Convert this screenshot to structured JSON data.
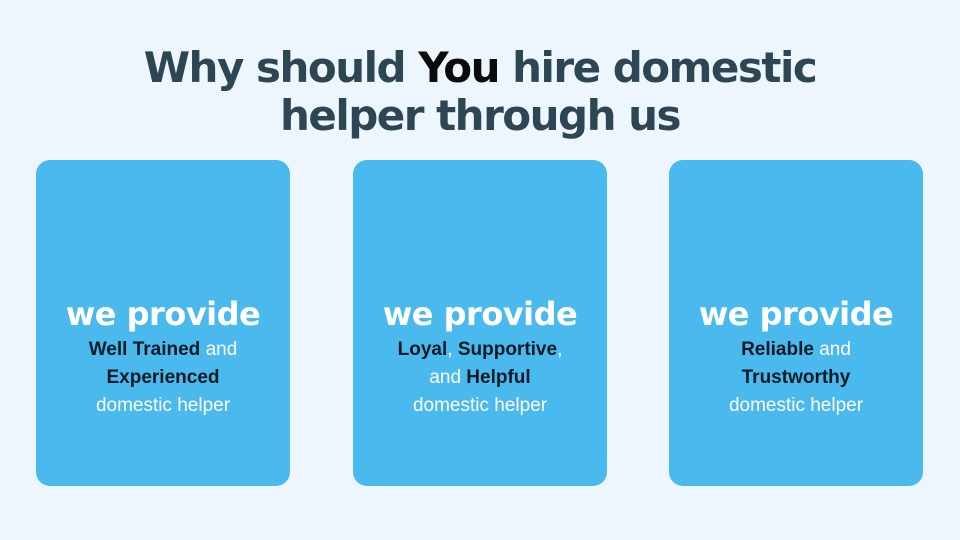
{
  "headline": {
    "line1_part1": "Why should ",
    "line1_emph": "You",
    "line1_part2": " hire domestic",
    "line2": "helper through us"
  },
  "cards": [
    {
      "heading": "we provide",
      "bold1": "Well Trained",
      "plain1": " and",
      "bold2": "Experienced",
      "plain2": "domestic helper"
    },
    {
      "heading": "we provide",
      "bold1": "Loyal",
      "sep1": ", ",
      "bold2": "Supportive",
      "sep2": ",",
      "plain1": "and ",
      "bold3": "Helpful",
      "plain2": "domestic helper"
    },
    {
      "heading": "we provide",
      "bold1": "Reliable",
      "plain1": " and",
      "bold2": "Trustworthy",
      "plain2": "domestic helper"
    }
  ],
  "colors": {
    "background": "#eef6fd",
    "headline": "#2d4654",
    "headline_emphasis": "#0b0b0b",
    "card": "#49b9ee",
    "card_text": "#ffffff",
    "card_bold_text": "#0c1a24"
  }
}
